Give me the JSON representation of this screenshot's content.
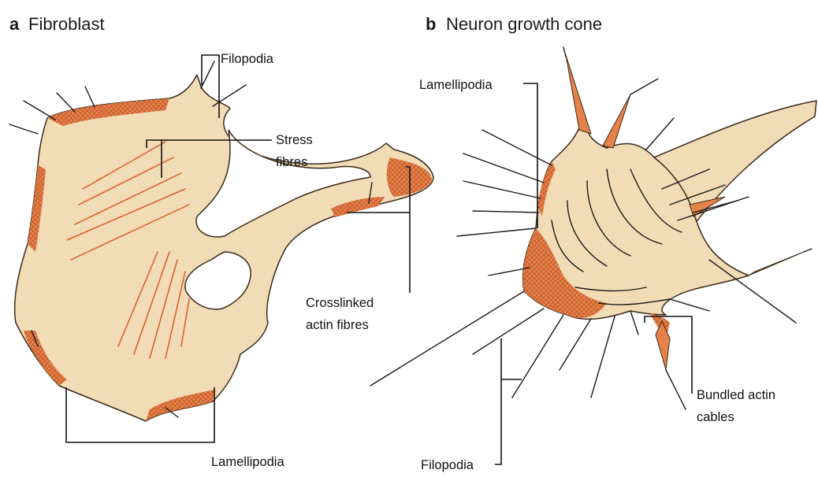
{
  "panel_a": {
    "letter": "a",
    "title": "Fibroblast",
    "labels": {
      "filopodia": "Filopodia",
      "stress_1": "Stress",
      "stress_2": "fibres",
      "crosslinked_1": "Crosslinked",
      "crosslinked_2": "actin fibres",
      "lamellipodia": "Lamellipodia"
    }
  },
  "panel_b": {
    "letter": "b",
    "title": "Neuron growth cone",
    "labels": {
      "lamellipodia": "Lamellipodia",
      "bundled_1": "Bundled actin",
      "bundled_2": "cables",
      "filopodia": "Filopodia"
    }
  },
  "colors": {
    "cytoplasm": "#f2dcb6",
    "actin_mesh": "#e4824a",
    "stress_fibre": "#d9592c",
    "outline": "#3a2a1a"
  }
}
